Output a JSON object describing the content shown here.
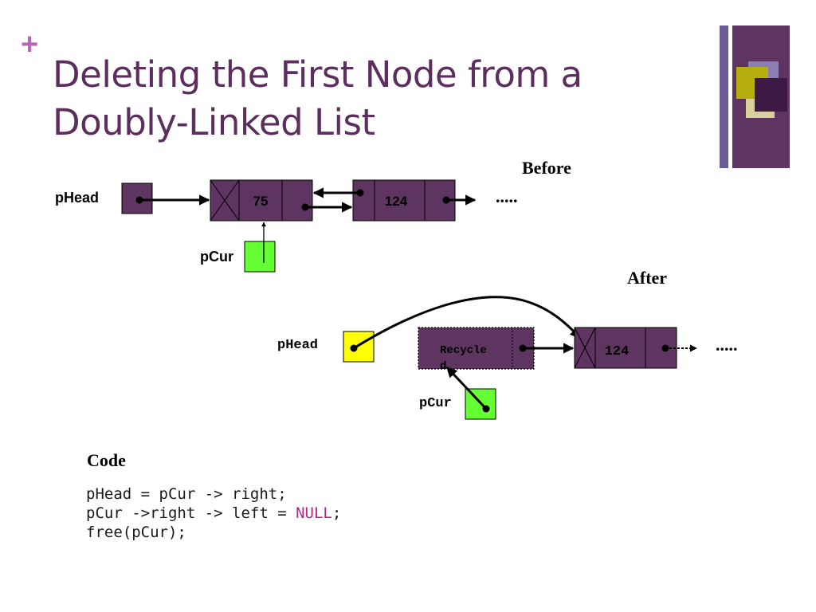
{
  "slide": {
    "plus": "+",
    "title_line1": "Deleting the First Node from a",
    "title_line2": "Doubly-Linked List"
  },
  "before": {
    "heading": "Before",
    "phead_label": "pHead",
    "pcur_label": "pCur",
    "node1_value": "75",
    "node2_value": "124",
    "ellipsis": "....."
  },
  "after": {
    "heading": "After",
    "phead_label": "pHead",
    "pcur_label": "pCur",
    "recycled_text_line1": "Recycle",
    "recycled_text_line2": "d",
    "node_value": "124",
    "ellipsis": "....."
  },
  "code": {
    "heading": "Code",
    "line1": "pHead = pCur -> right;",
    "line2_prefix": "pCur ->right -> left = ",
    "line2_keyword": "NULL",
    "line2_suffix": ";",
    "line3": "free(pCur);"
  },
  "colors": {
    "title": "#5b2e5e",
    "node_fill": "#5e3560",
    "pcur_fill": "#66ff33",
    "phead_after_fill": "#ffff00",
    "keyword": "#b0268f"
  }
}
